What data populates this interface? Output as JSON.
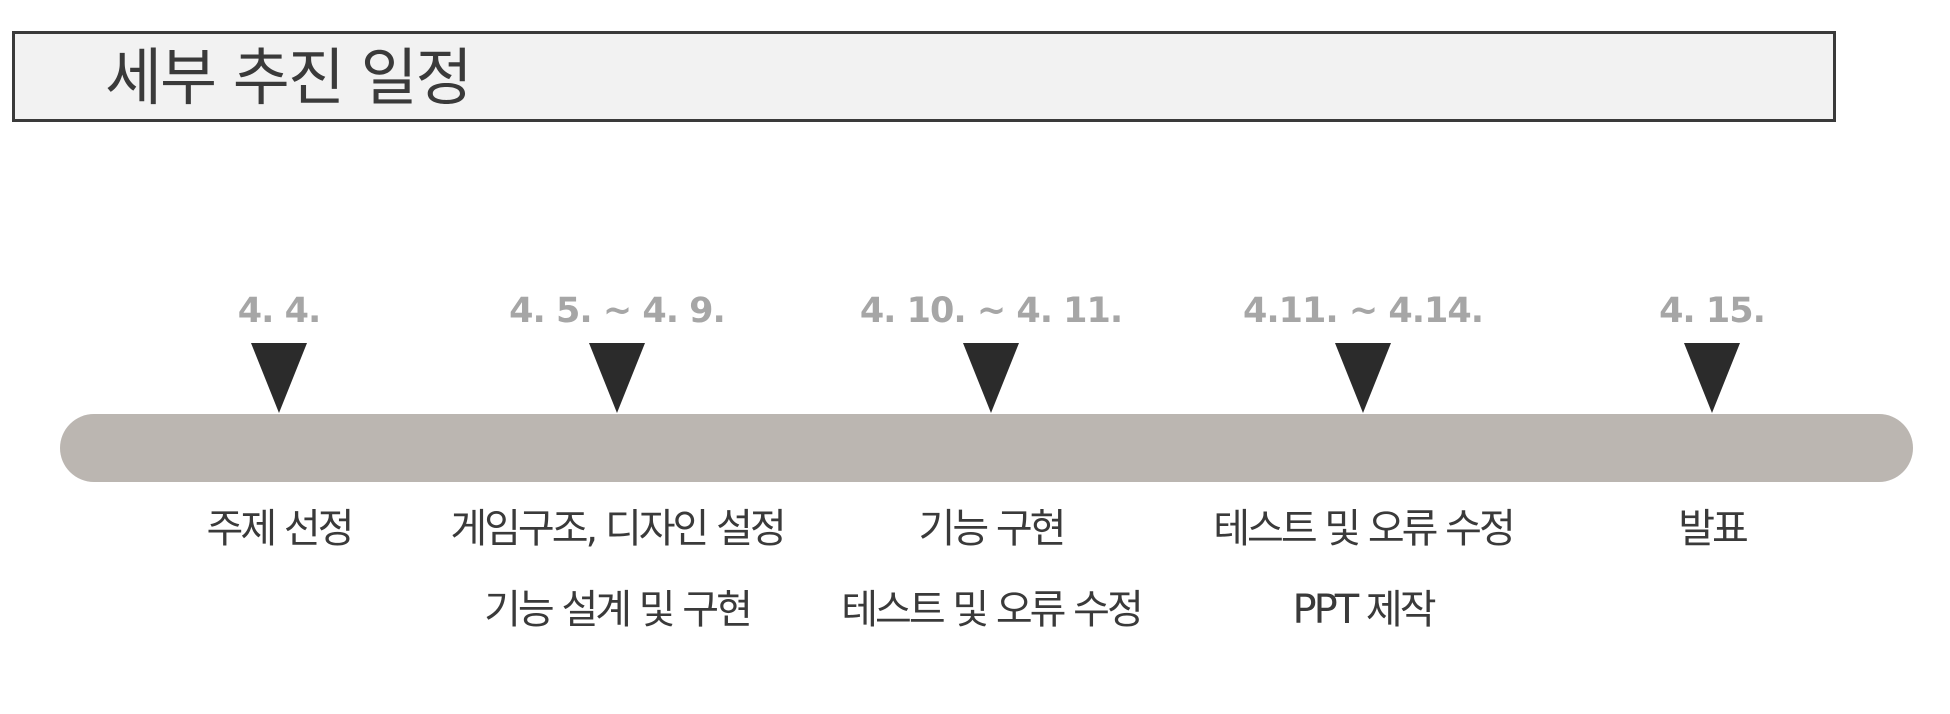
{
  "title": "세부 추진 일정",
  "colors": {
    "title_bg": "#f2f2f2",
    "title_border": "#3a3a3a",
    "timeline_bar": "#bbb6b1",
    "marker": "#2b2b2b",
    "date_text": "#a6a6a6",
    "label_text": "#3a3a3a"
  },
  "milestones": [
    {
      "date": "4. 4.",
      "lines": [
        "주제 선정"
      ]
    },
    {
      "date": "4. 5. ~ 4. 9.",
      "lines": [
        "게임구조, 디자인 설정",
        "기능 설계 및 구현"
      ]
    },
    {
      "date": "4. 10. ~ 4. 11.",
      "lines": [
        "기능 구현",
        "테스트 및 오류 수정"
      ]
    },
    {
      "date": "4.11. ~ 4.14.",
      "lines": [
        "테스트 및 오류 수정",
        "PPT 제작"
      ]
    },
    {
      "date": "4. 15.",
      "lines": [
        "발표"
      ]
    }
  ]
}
